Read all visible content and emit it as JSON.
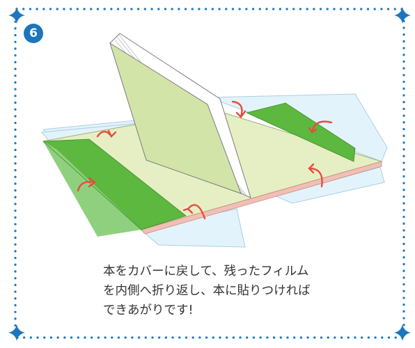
{
  "step": {
    "number": "6"
  },
  "instruction": {
    "lines": [
      "本をカバーに戻して、残ったフィルム",
      "を内側へ折り返し、本に貼りつければ",
      "できあがりです!"
    ]
  },
  "colors": {
    "frame": "#1b76bd",
    "badge": "#1b76bd",
    "film": "#e3f3fb",
    "cover": "#e6efc4",
    "flap_green": "#5cb83e",
    "flap_pale": "#8fd07e",
    "book_cover": "#d2e4a8",
    "pages": "#ffffff",
    "edge_pink": "#f0bfb6",
    "arrow": "#e84c3d"
  },
  "icons": [
    "fold-arrow-icon",
    "corner-ornament-icon"
  ]
}
